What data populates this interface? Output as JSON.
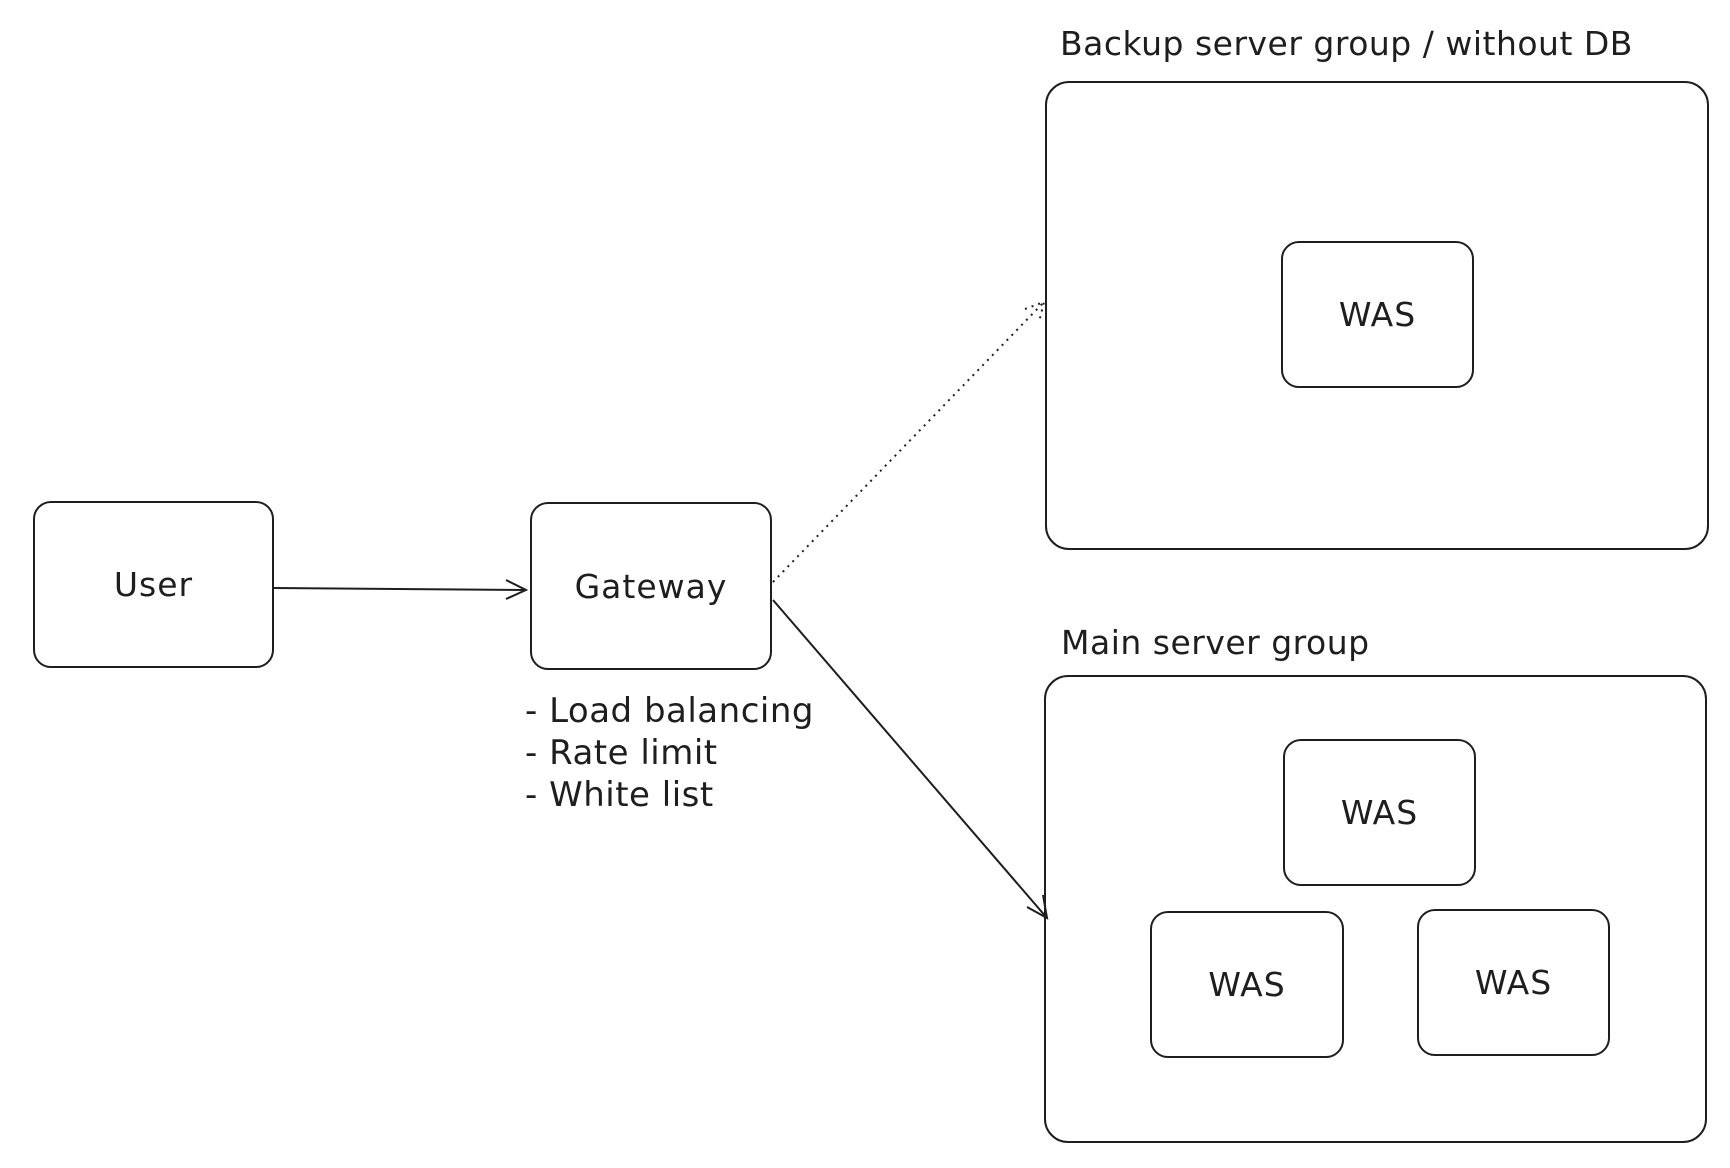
{
  "nodes": {
    "user": "User",
    "gateway": "Gateway",
    "backup_was": "WAS",
    "main_was_top": "WAS",
    "main_was_left": "WAS",
    "main_was_right": "WAS"
  },
  "groups": {
    "backup_title": "Backup server group / without DB",
    "main_title": "Main server group"
  },
  "gateway_features": [
    "- Load balancing",
    "- Rate limit",
    "- White list"
  ]
}
